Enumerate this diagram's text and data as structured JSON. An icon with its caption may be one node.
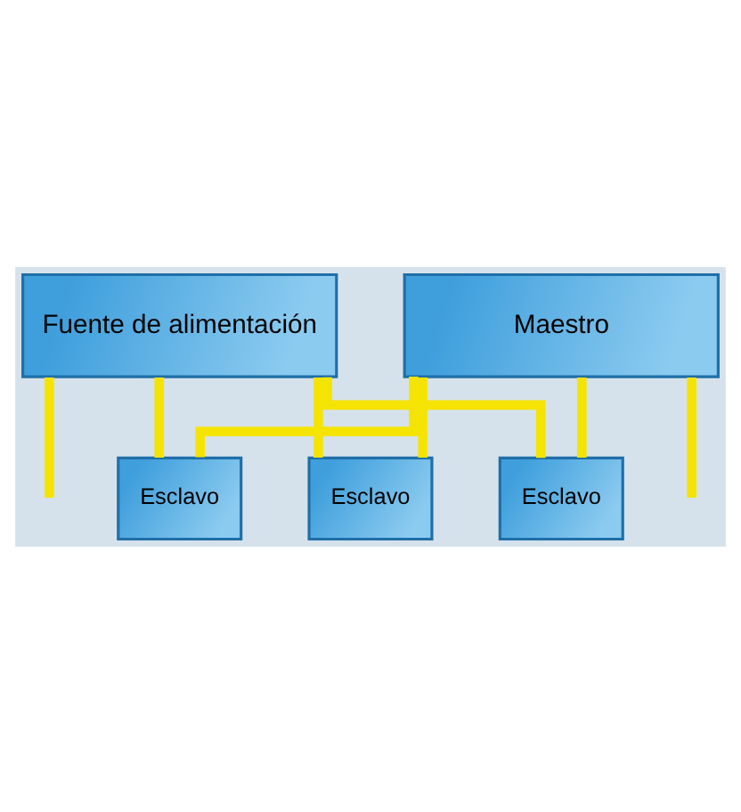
{
  "diagram": {
    "nodes": [
      {
        "text": [
          "Maestro"
        ]
      },
      {
        "text": [
          "Fuente de alimentación"
        ]
      },
      {
        "text": [
          "Esclavo"
        ]
      },
      {
        "text": [
          "Esclavo"
        ]
      },
      {
        "text": [
          "Esclavo"
        ]
      }
    ],
    "edges": [
      {
        "from": 0,
        "to": 2,
        "arrow": "none"
      },
      {
        "from": 1,
        "to": 2,
        "arrow": "none"
      },
      {
        "from": 0,
        "to": 3,
        "arrow": "none"
      },
      {
        "from": 1,
        "to": 3,
        "arrow": "none"
      },
      {
        "from": 0,
        "to": 4,
        "arrow": "none"
      },
      {
        "from": 1,
        "to": 4,
        "arrow": "none"
      },
      {
        "from": 0,
        "to": null,
        "arrow": "none"
      },
      {
        "from": 1,
        "to": null,
        "arrow": "none"
      }
    ]
  }
}
